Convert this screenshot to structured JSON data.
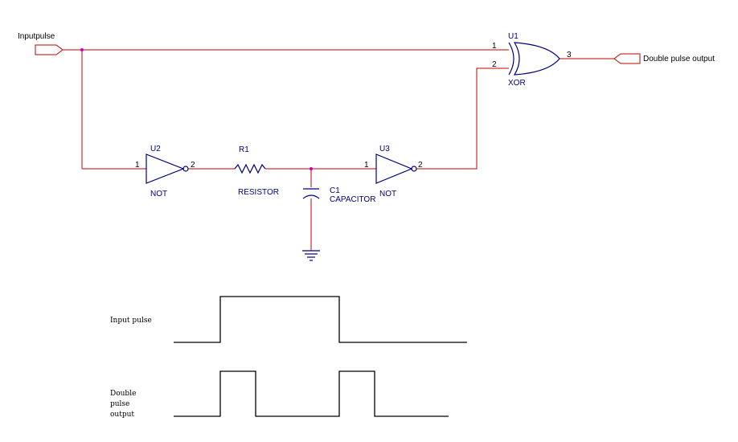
{
  "ports": {
    "input_label": "Inputpulse",
    "output_label": "Double pulse output"
  },
  "components": {
    "u1": {
      "ref": "U1",
      "type": "XOR",
      "pin_in1": "1",
      "pin_in2": "2",
      "pin_out": "3"
    },
    "u2": {
      "ref": "U2",
      "type": "NOT",
      "pin_in": "1",
      "pin_out": "2"
    },
    "u3": {
      "ref": "U3",
      "type": "NOT",
      "pin_in": "1",
      "pin_out": "2"
    },
    "r1": {
      "ref": "R1",
      "type": "RESISTOR"
    },
    "c1": {
      "ref": "C1",
      "type": "CAPACITOR"
    }
  },
  "waveforms": {
    "input_label": "Input pulse",
    "output_label_lines": [
      "Double",
      "pulse",
      "output"
    ]
  },
  "colors": {
    "wire": "#c00000",
    "component": "#000080",
    "junction": "#c000c0",
    "waveform": "#000000"
  }
}
